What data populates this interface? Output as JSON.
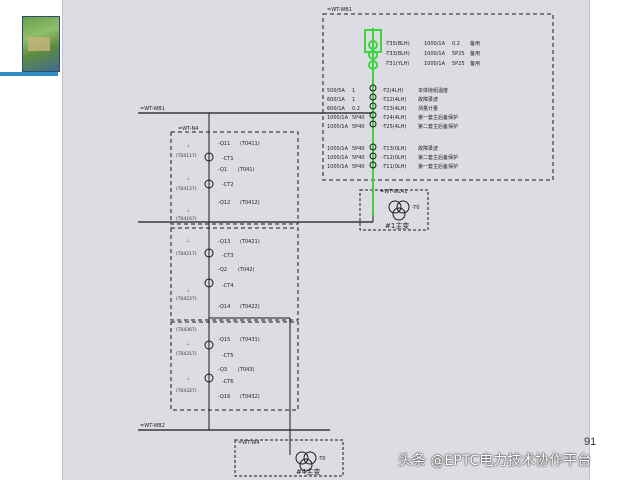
{
  "buses": {
    "bus1": "=WT-WB1",
    "bus2": "=WT-WB2",
    "bay_n4": "=WT-N4",
    "bay_w4": "=WT-W4",
    "bay_wl4": "=WT-WL41",
    "bay_top": "=WT-WB1"
  },
  "left_column": {
    "q11": "-Q11",
    "q11_tag": "(T0411)",
    "ct1": "-CT1",
    "q1": "-Q1",
    "q1_tag": "(T041)",
    "ct2": "-CT2",
    "q12": "-Q12",
    "q12_tag": "(T0412)",
    "q13": "-Q13",
    "q13_tag": "(T0421)",
    "ct3": "-CT3",
    "q2": "-Q2",
    "q2_tag": "(T042)",
    "ct4": "-CT4",
    "q14": "-Q14",
    "q14_tag": "(T0422)",
    "q15": "-Q15",
    "q15_tag": "(T0431)",
    "ct5": "-CT5",
    "q3": "-Q3",
    "q3_tag": "(T043)",
    "ct6": "-CT6",
    "q16": "-Q16",
    "q16_tag": "(T0432)",
    "es_tags": [
      "(T04117)",
      "(T04127)",
      "(T04167)",
      "(T04217)",
      "(T04227)",
      "(T04367)",
      "(T04317)",
      "(T04327)"
    ]
  },
  "top_table": {
    "green_rows": [
      {
        "tag": "-T35(BLH)",
        "ratio": "1000/1A",
        "cls": "0.2",
        "use": "备用"
      },
      {
        "tag": "-T33(BLH)",
        "ratio": "1000/1A",
        "cls": "5P25",
        "use": "备用"
      },
      {
        "tag": "-T31(YLH)",
        "ratio": "1000/1A",
        "cls": "5P25",
        "use": "备用"
      }
    ],
    "rows_a": [
      {
        "ratio": "500/5A",
        "cls": "1",
        "tag": "-T2(4LH)",
        "use": "本体绕组温度"
      },
      {
        "ratio": "600/1A",
        "cls": "1",
        "tag": "-T22(4LH)",
        "use": "故障录波"
      },
      {
        "ratio": "600/1A",
        "cls": "0.2",
        "tag": "-T23(4LH)",
        "use": "测量计量"
      },
      {
        "ratio": "1000/1A",
        "cls": "5P40",
        "tag": "-T24(4LH)",
        "use": "第一套主后备保护"
      },
      {
        "ratio": "1000/1A",
        "cls": "5P40",
        "tag": "-T25(4LH)",
        "use": "第二套主后备保护"
      }
    ],
    "rows_b": [
      {
        "ratio": "1000/1A",
        "cls": "5P40",
        "tag": "-T13(0LH)",
        "use": "故障录波"
      },
      {
        "ratio": "1000/1A",
        "cls": "5P40",
        "tag": "-T12(0LH)",
        "use": "第二套主后备保护"
      },
      {
        "ratio": "1000/1A",
        "cls": "5P40",
        "tag": "-T11(0LH)",
        "use": "第一套主后备保护"
      }
    ]
  },
  "transformers": {
    "t1_tag": "-T0",
    "t1_label": "#1主变",
    "t2_tag": "-T0",
    "t2_label": "#4主变"
  },
  "page_number": "91",
  "watermark": "头条 @EPTC电力技术协作平台",
  "colors": {
    "panel_bg": "#dcdde3",
    "green_highlight": "#3fd43f",
    "accent_red": "#d43838",
    "line": "#1a1a1a"
  }
}
